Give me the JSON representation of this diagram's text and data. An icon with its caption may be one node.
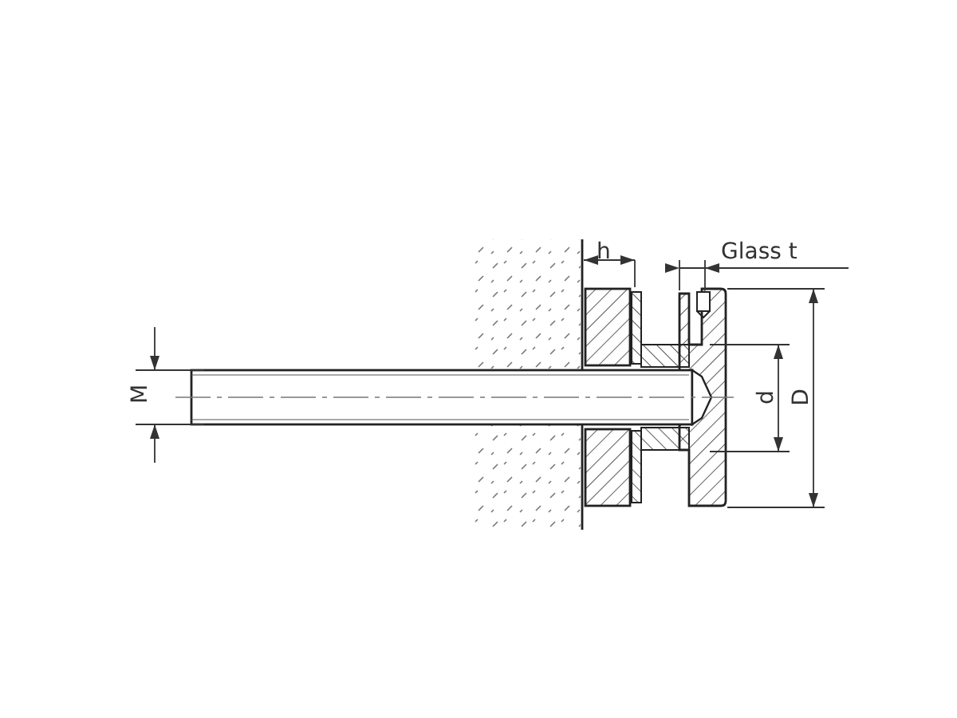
{
  "diagram": {
    "labels": [
      "h",
      "Glass t",
      "M",
      "d",
      "D"
    ]
  }
}
